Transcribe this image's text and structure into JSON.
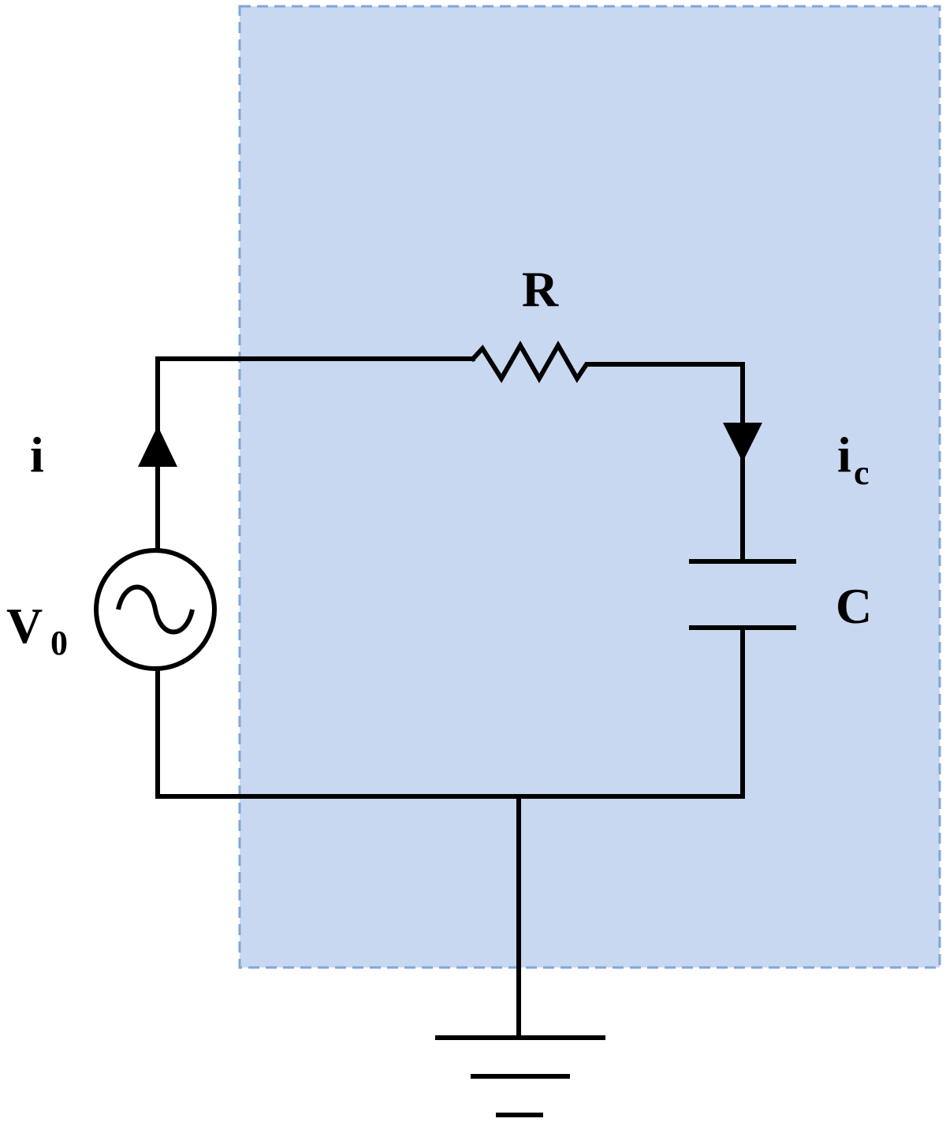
{
  "colors": {
    "region_fill": "#c8d8f0",
    "region_border": "#7fa6d9",
    "wire": "#000000",
    "background": "#ffffff"
  },
  "labels": {
    "resistor": "R",
    "capacitor": "C",
    "source_main": "V",
    "source_sub": "0",
    "current_main": "i",
    "current_cap_main": "i",
    "current_cap_sub": "c"
  },
  "icons": {
    "source": "ac-source-icon",
    "ground": "ground-icon",
    "resistor": "resistor-icon",
    "capacitor": "capacitor-icon",
    "arrow": "arrow-icon"
  }
}
